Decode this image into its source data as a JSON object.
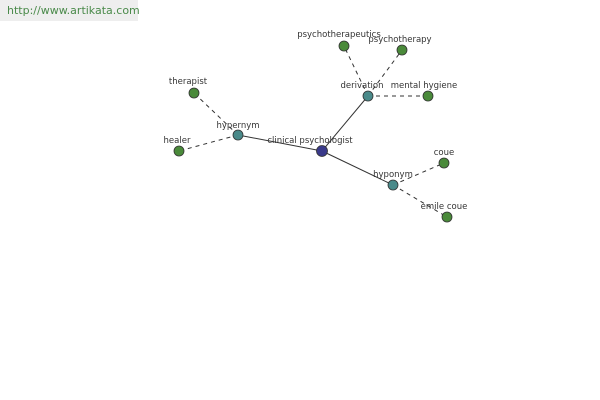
{
  "header": {
    "url": "http://www.artikata.com"
  },
  "colors": {
    "root_node": "#3a3a8a",
    "relation_node": "#4a8a8a",
    "term_node": "#4a8a3a"
  },
  "graph": {
    "nodes": [
      {
        "id": "root",
        "label": "clinical psychologist",
        "kind": "root"
      },
      {
        "id": "hypernym",
        "label": "hypernym",
        "kind": "relation"
      },
      {
        "id": "derivation",
        "label": "derivation",
        "kind": "relation"
      },
      {
        "id": "hyponym",
        "label": "hyponym",
        "kind": "relation"
      },
      {
        "id": "therapist",
        "label": "therapist",
        "kind": "term"
      },
      {
        "id": "healer",
        "label": "healer",
        "kind": "term"
      },
      {
        "id": "psychotherapeutics",
        "label": "psychotherapeutics",
        "kind": "term"
      },
      {
        "id": "psychotherapy",
        "label": "psychotherapy",
        "kind": "term"
      },
      {
        "id": "mental-hygiene",
        "label": "mental hygiene",
        "kind": "term"
      },
      {
        "id": "coue",
        "label": "coue",
        "kind": "term"
      },
      {
        "id": "emile-coue",
        "label": "emile coue",
        "kind": "term"
      }
    ],
    "edges": [
      {
        "from": "root",
        "to": "hypernym",
        "style": "solid"
      },
      {
        "from": "root",
        "to": "derivation",
        "style": "solid"
      },
      {
        "from": "root",
        "to": "hyponym",
        "style": "solid"
      },
      {
        "from": "hypernym",
        "to": "therapist",
        "style": "dashed"
      },
      {
        "from": "hypernym",
        "to": "healer",
        "style": "dashed"
      },
      {
        "from": "derivation",
        "to": "psychotherapeutics",
        "style": "dashed"
      },
      {
        "from": "derivation",
        "to": "psychotherapy",
        "style": "dashed"
      },
      {
        "from": "derivation",
        "to": "mental-hygiene",
        "style": "dashed"
      },
      {
        "from": "hyponym",
        "to": "coue",
        "style": "dashed"
      },
      {
        "from": "hyponym",
        "to": "emile-coue",
        "style": "dashed"
      }
    ]
  }
}
